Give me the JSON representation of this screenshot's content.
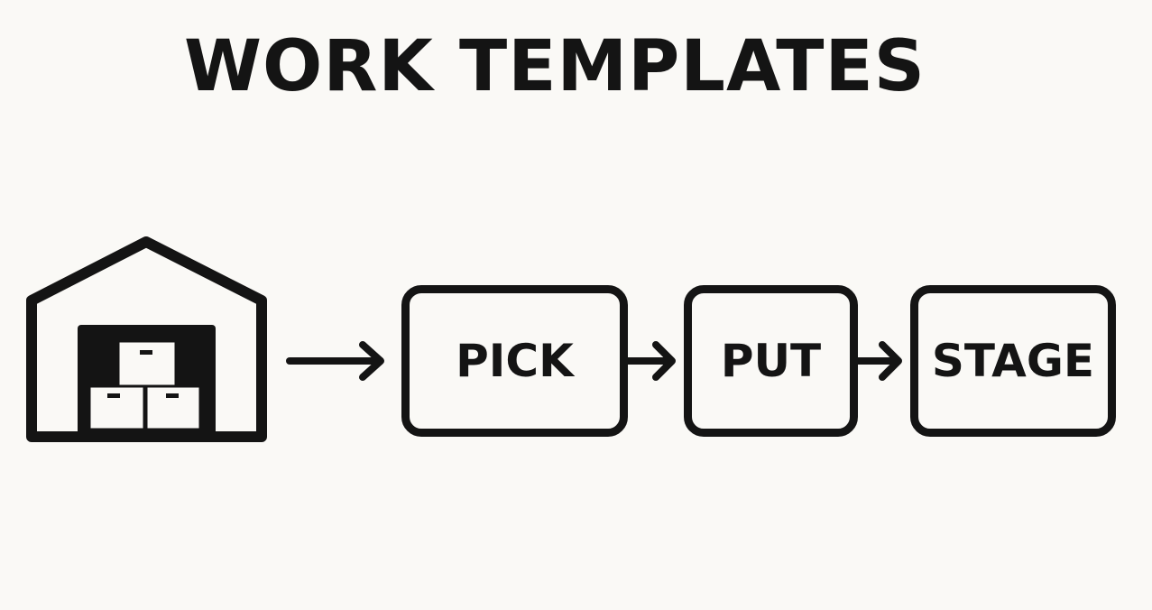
{
  "title": "WORK TEMPLATES",
  "steps": [
    {
      "label": "PICK"
    },
    {
      "label": "PUT"
    },
    {
      "label": "STAGE"
    }
  ],
  "icons": {
    "source": "warehouse-icon",
    "connector": "arrow-right-icon"
  },
  "colors": {
    "background": "#faf9f6",
    "ink": "#141414"
  }
}
